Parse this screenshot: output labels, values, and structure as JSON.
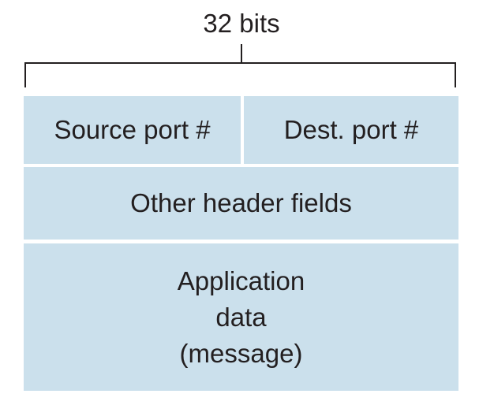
{
  "diagram": {
    "width_label": "32 bits",
    "fields": {
      "source_port": "Source port #",
      "dest_port": "Dest. port #",
      "other_header": "Other header fields",
      "app_data_lines": [
        "Application",
        "data",
        "(message)"
      ]
    },
    "colors": {
      "field_fill": "#cbe0ec",
      "line": "#231f20",
      "text": "#231f20",
      "background": "#ffffff"
    }
  }
}
